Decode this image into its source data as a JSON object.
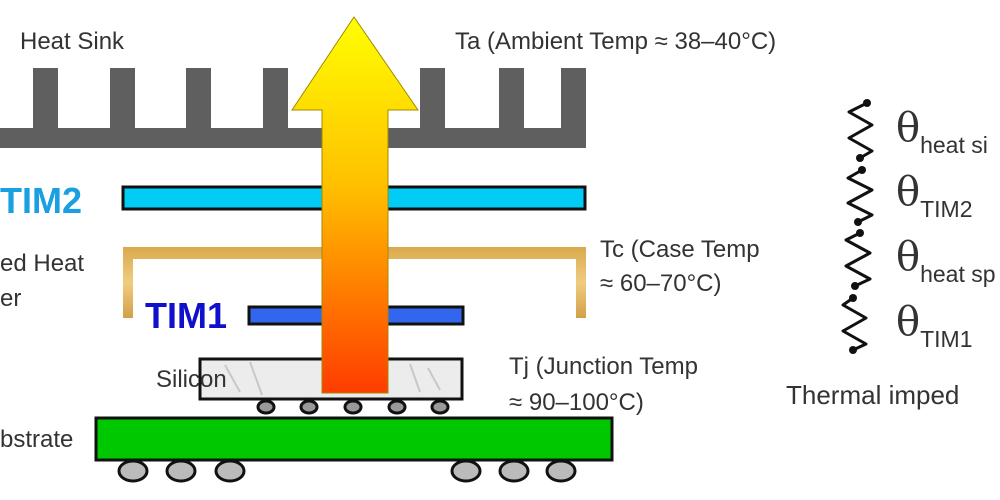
{
  "diagram": {
    "title": "Thermal stack of a flip-chip package with heat sink",
    "colors": {
      "heat_sink": "#5f5f5f",
      "tim2": "#00ccf5",
      "heat_spreader": "#dcae55",
      "tim1": "#3366ee",
      "tim1_label": "#1010cc",
      "tim2_label": "#1aa0e0",
      "silicon": "#e6e6e6",
      "substrate": "#00c800",
      "solder_ball": "#bbbbbb",
      "arrow_top": "#ffff00",
      "arrow_bottom": "#ff3c00"
    },
    "labels": {
      "heat_sink": "Heat Sink",
      "ambient": "Ta (Ambient Temp ≈ 38–40°C)",
      "tim2": "TIM2",
      "spreader_line1": "ed Heat",
      "spreader_line2": "er",
      "tim1": "TIM1",
      "case_line1": "Tc (Case Temp",
      "case_line2": "≈ 60–70°C)",
      "silicon": "Silicon",
      "junction_line1": "Tj (Junction Temp",
      "junction_line2": "≈ 90–100°C)",
      "substrate": "bstrate"
    },
    "impedance": {
      "theta_symbol": "θ",
      "items": [
        {
          "sub": "heat si"
        },
        {
          "sub": "TIM2"
        },
        {
          "sub": "heat sp"
        },
        {
          "sub": "TIM1"
        }
      ],
      "caption": "Thermal imped"
    }
  }
}
